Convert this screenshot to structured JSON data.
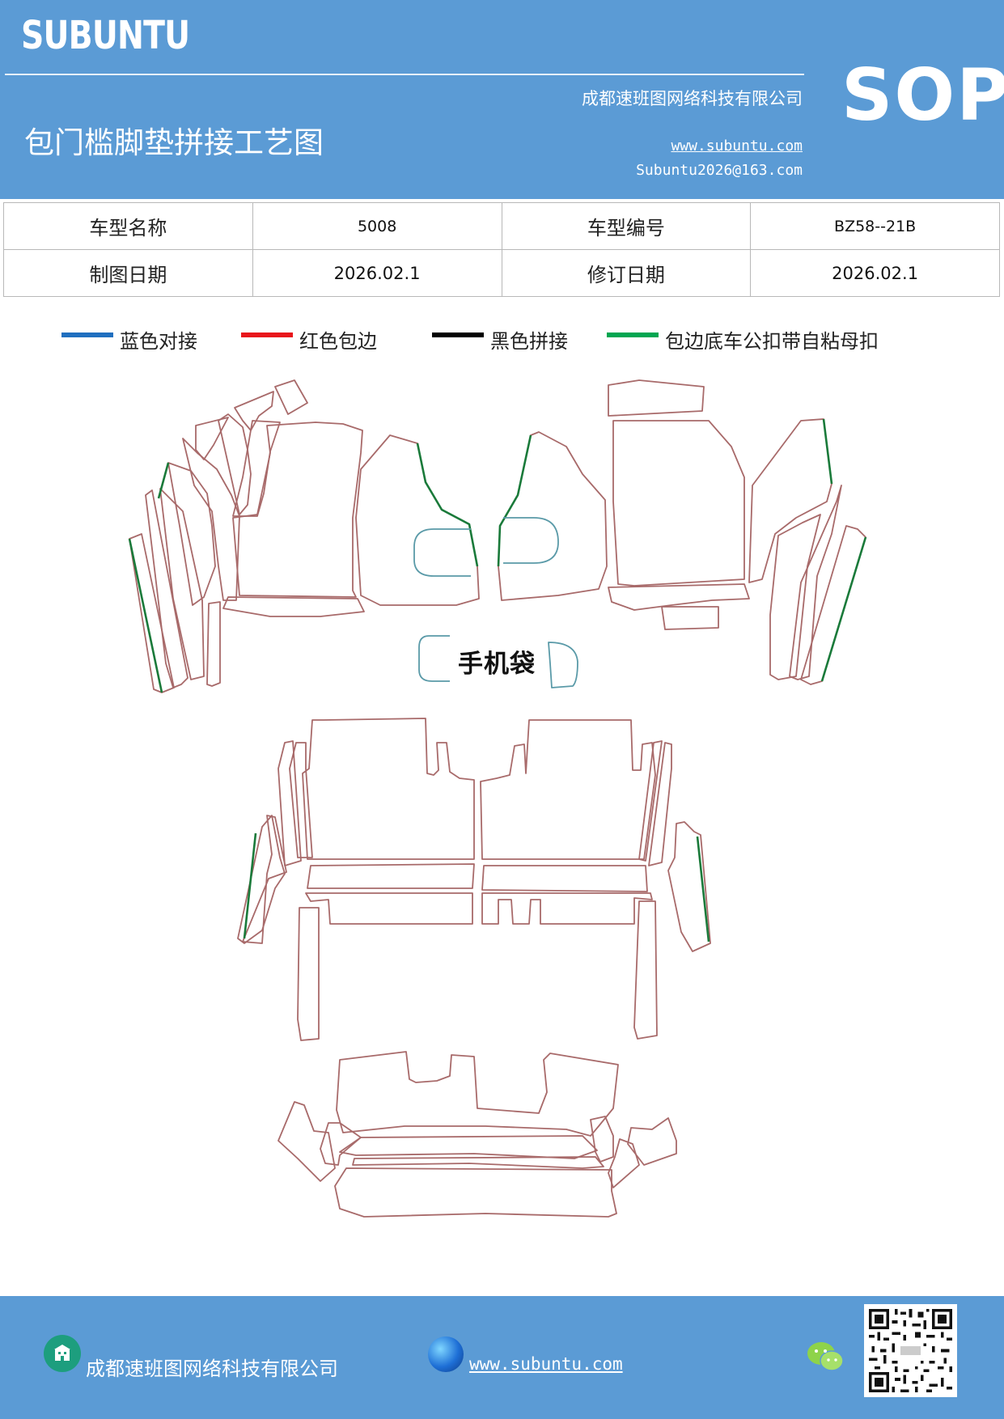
{
  "header": {
    "brand": "SUBUNTU",
    "company": "成都速班图网络科技有限公司",
    "title": "包门槛脚垫拼接工艺图",
    "website": "www.subuntu.com",
    "email": "Subuntu2026@163.com",
    "badge": "SOP"
  },
  "info": {
    "model_name_label": "车型名称",
    "model_name": "5008",
    "model_code_label": "车型编号",
    "model_code": "BZ58--21B",
    "draw_date_label": "制图日期",
    "draw_date": "2026.02.1",
    "revise_date_label": "修订日期",
    "revise_date": "2026.02.1"
  },
  "legend": [
    {
      "label": "蓝色对接",
      "color": "#1f6fbf"
    },
    {
      "label": "红色包边",
      "color": "#e8141b"
    },
    {
      "label": "黑色拼接",
      "color": "#000000"
    },
    {
      "label": "包边底车公扣带自粘母扣",
      "color": "#00a651"
    }
  ],
  "diagram": {
    "phone_pocket_label": "手机袋",
    "colors": {
      "outline": "#a86a6a",
      "seam": "#333333",
      "velcro": "#1a7a3a",
      "butt": "#5a9aa8"
    }
  },
  "footer": {
    "company": "成都速班图网络科技有限公司",
    "website": "www.subuntu.com",
    "icons": [
      "building-icon",
      "globe-icon",
      "wechat-icon",
      "qr-code"
    ]
  }
}
